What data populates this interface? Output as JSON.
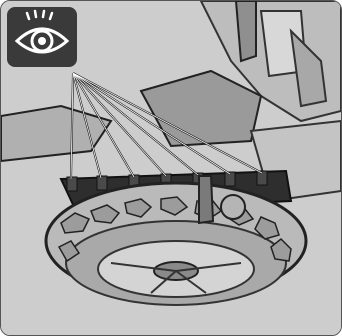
{
  "illustration": {
    "subject": "mower-rear-wheel-height-adjustment",
    "icon": "eye-icon",
    "colors": {
      "background": "#cfcfcf",
      "badge": "#3a3a3a",
      "outline": "#222222"
    },
    "height_positions": [
      "1",
      "2",
      "3",
      "4",
      "5",
      "6",
      "7"
    ]
  }
}
